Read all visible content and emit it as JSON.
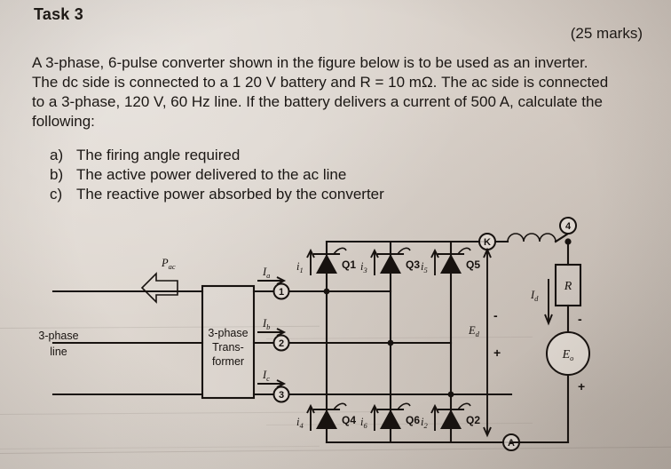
{
  "header": {
    "task_title": "Task 3",
    "marks": "(25 marks)"
  },
  "statement": {
    "lines": [
      "A 3-phase, 6-pulse converter shown in the figure below is to be used as an inverter.",
      "The dc side is connected to a 1 20 V battery and R = 10 mΩ. The ac side is connected",
      "to a 3-phase, 120 V, 60 Hz line. If the battery delivers a current of 500 A, calculate the",
      "following:"
    ]
  },
  "questions": [
    {
      "label": "a)",
      "text": "The firing angle required"
    },
    {
      "label": "b)",
      "text": "The active power delivered to the ac line"
    },
    {
      "label": "c)",
      "text": "The reactive power absorbed by the converter"
    }
  ],
  "figure": {
    "ac_source_label_line1": "3-phase",
    "ac_source_label_line2": "line",
    "transformer_line1": "3-phase",
    "transformer_line2": "Trans-",
    "transformer_line3": "former",
    "power_flow_label": "P",
    "power_flow_sub": "ac",
    "phase_currents": [
      {
        "sym": "I",
        "sub": "a"
      },
      {
        "sym": "I",
        "sub": "b"
      },
      {
        "sym": "I",
        "sub": "c"
      }
    ],
    "nodes": {
      "n1": "1",
      "n2": "2",
      "n3": "3",
      "n4": "4",
      "k": "K",
      "a": "A"
    },
    "thyristors_top": [
      {
        "name": "Q1",
        "cur_sym": "i",
        "cur_sub": "1"
      },
      {
        "name": "Q3",
        "cur_sym": "i",
        "cur_sub": "3"
      },
      {
        "name": "Q5",
        "cur_sym": "i",
        "cur_sub": "5"
      }
    ],
    "thyristors_bottom": [
      {
        "name": "Q4",
        "cur_sym": "i",
        "cur_sub": "4"
      },
      {
        "name": "Q6",
        "cur_sym": "i",
        "cur_sub": "6"
      },
      {
        "name": "Q2",
        "cur_sym": "i",
        "cur_sub": "2"
      }
    ],
    "resistor_label": "R",
    "source_sym": "E",
    "source_sub": "o",
    "dc_voltage_sym": "E",
    "dc_voltage_sub": "d",
    "dc_current_sym": "I",
    "dc_current_sub": "d",
    "plus": "+",
    "minus": "-"
  },
  "colors": {
    "paper": "#ded7d0",
    "ink": "#17120f",
    "rule": "#5a5048"
  }
}
